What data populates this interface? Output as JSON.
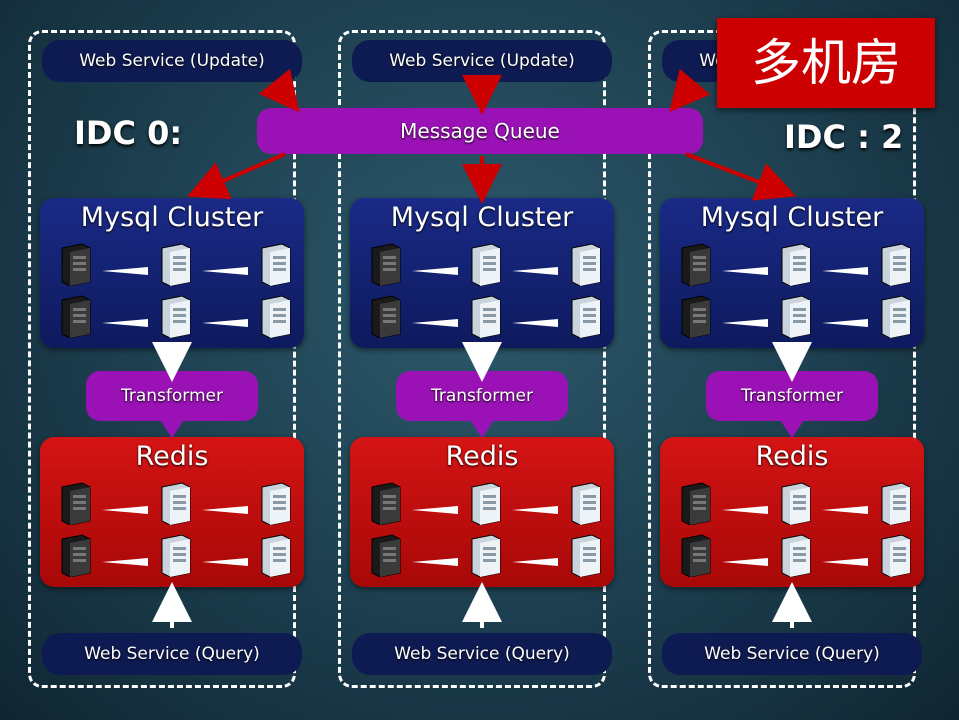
{
  "badge": "多机房",
  "message_queue": "Message Queue",
  "idc_labels": {
    "left": "IDC 0:",
    "right": "IDC : 2"
  },
  "columns": [
    {
      "update": "Web Service  (Update)",
      "mysql": "Mysql Cluster",
      "transformer": "Transformer",
      "redis": "Redis",
      "query": "Web Service  (Query)"
    },
    {
      "update": "Web Service  (Update)",
      "mysql": "Mysql Cluster",
      "transformer": "Transformer",
      "redis": "Redis",
      "query": "Web Service  (Query)"
    },
    {
      "update": "Web Service  (Update)",
      "mysql": "Mysql Cluster",
      "transformer": "Transformer",
      "redis": "Redis",
      "query": "Web Service  (Query)"
    }
  ],
  "colors": {
    "mysql": "#0e1a5e",
    "redis": "#c20d0d",
    "purple": "#9a12b6",
    "arrow_red": "#cc0000",
    "badge": "#cc0000"
  }
}
